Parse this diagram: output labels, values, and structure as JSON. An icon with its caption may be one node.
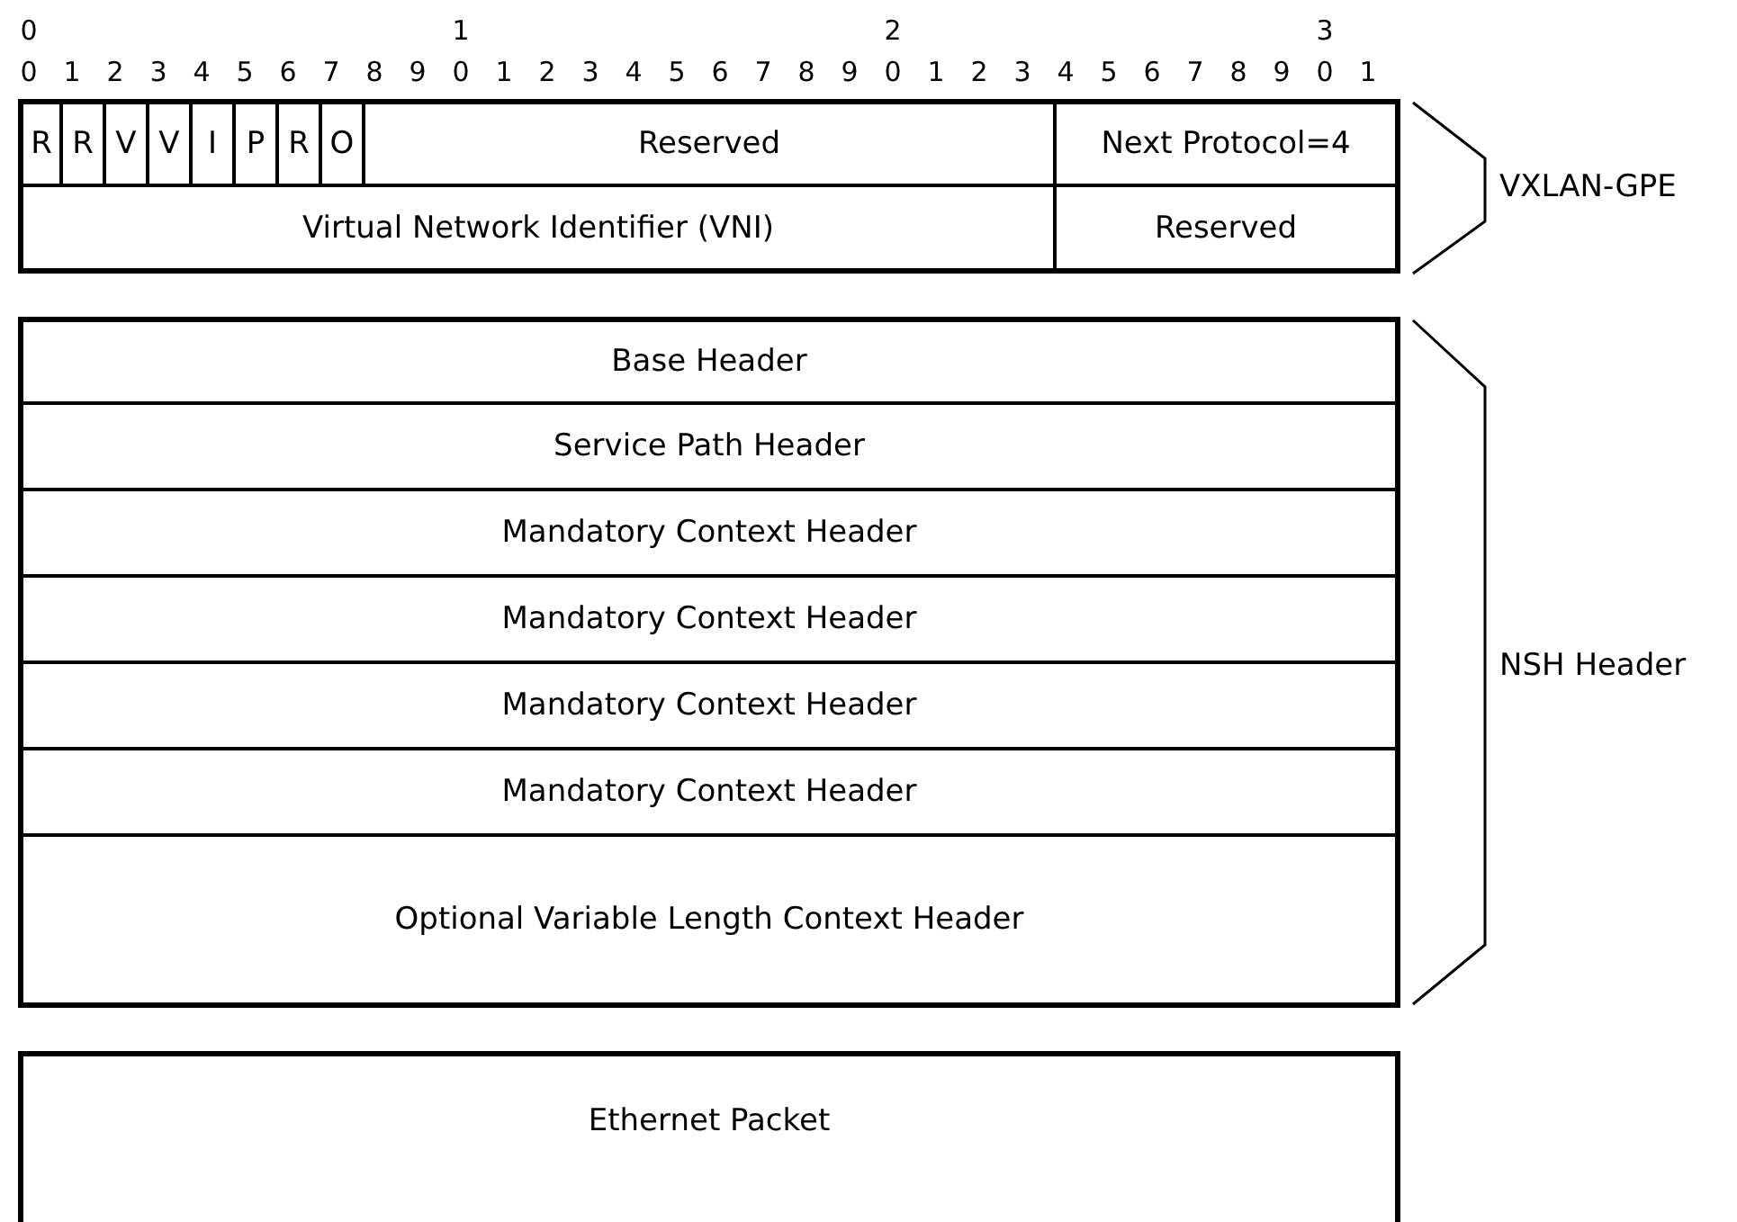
{
  "diagram": {
    "nodes": [
      {
        "text": [],
        "shape": "box",
        "beside": [
          "VXLAN-GPE"
        ]
      },
      {
        "text": [
          "R"
        ],
        "in": 0
      },
      {
        "text": [
          "R"
        ],
        "in": 0
      },
      {
        "text": [
          "V"
        ],
        "in": 0
      },
      {
        "text": [
          "V"
        ],
        "in": 0
      },
      {
        "text": [
          "I"
        ],
        "in": 0
      },
      {
        "text": [
          "P"
        ],
        "in": 0
      },
      {
        "text": [
          "R"
        ],
        "in": 0
      },
      {
        "text": [
          "O"
        ],
        "in": 0
      },
      {
        "text": [
          "Reserved"
        ],
        "in": 0
      },
      {
        "text": [
          "Next Protocol=4"
        ],
        "in": 0
      },
      {
        "text": [
          "Virtual Network Identifier (VNI)"
        ],
        "in": 0
      },
      {
        "text": [
          "Reserved"
        ],
        "in": 0
      },
      {
        "text": [],
        "shape": "box",
        "beside": [
          "NSH Header"
        ]
      },
      {
        "text": [
          "Base Header"
        ],
        "in": 13
      },
      {
        "text": [
          "Service Path Header"
        ],
        "in": 13
      },
      {
        "text": [
          "Mandatory Context Header"
        ],
        "in": 13
      },
      {
        "text": [
          "Mandatory Context Header"
        ],
        "in": 13
      },
      {
        "text": [
          "Mandatory Context Header"
        ],
        "in": 13
      },
      {
        "text": [
          "Mandatory Context Header"
        ],
        "in": 13
      },
      {
        "text": [
          "Optional Variable Length Context Header"
        ],
        "in": 13
      },
      {
        "text": [
          "Ethernet Packet"
        ]
      }
    ],
    "labels": [
      "0",
      "1",
      "2",
      "3",
      "0",
      "1",
      "2",
      "3",
      "4",
      "5",
      "6",
      "7",
      "8",
      "9",
      "0",
      "1",
      "2",
      "3",
      "4",
      "5",
      "6",
      "7",
      "8",
      "9",
      "0",
      "1",
      "2",
      "3",
      "4",
      "5",
      "6",
      "7",
      "8",
      "9",
      "0",
      "1"
    ]
  }
}
